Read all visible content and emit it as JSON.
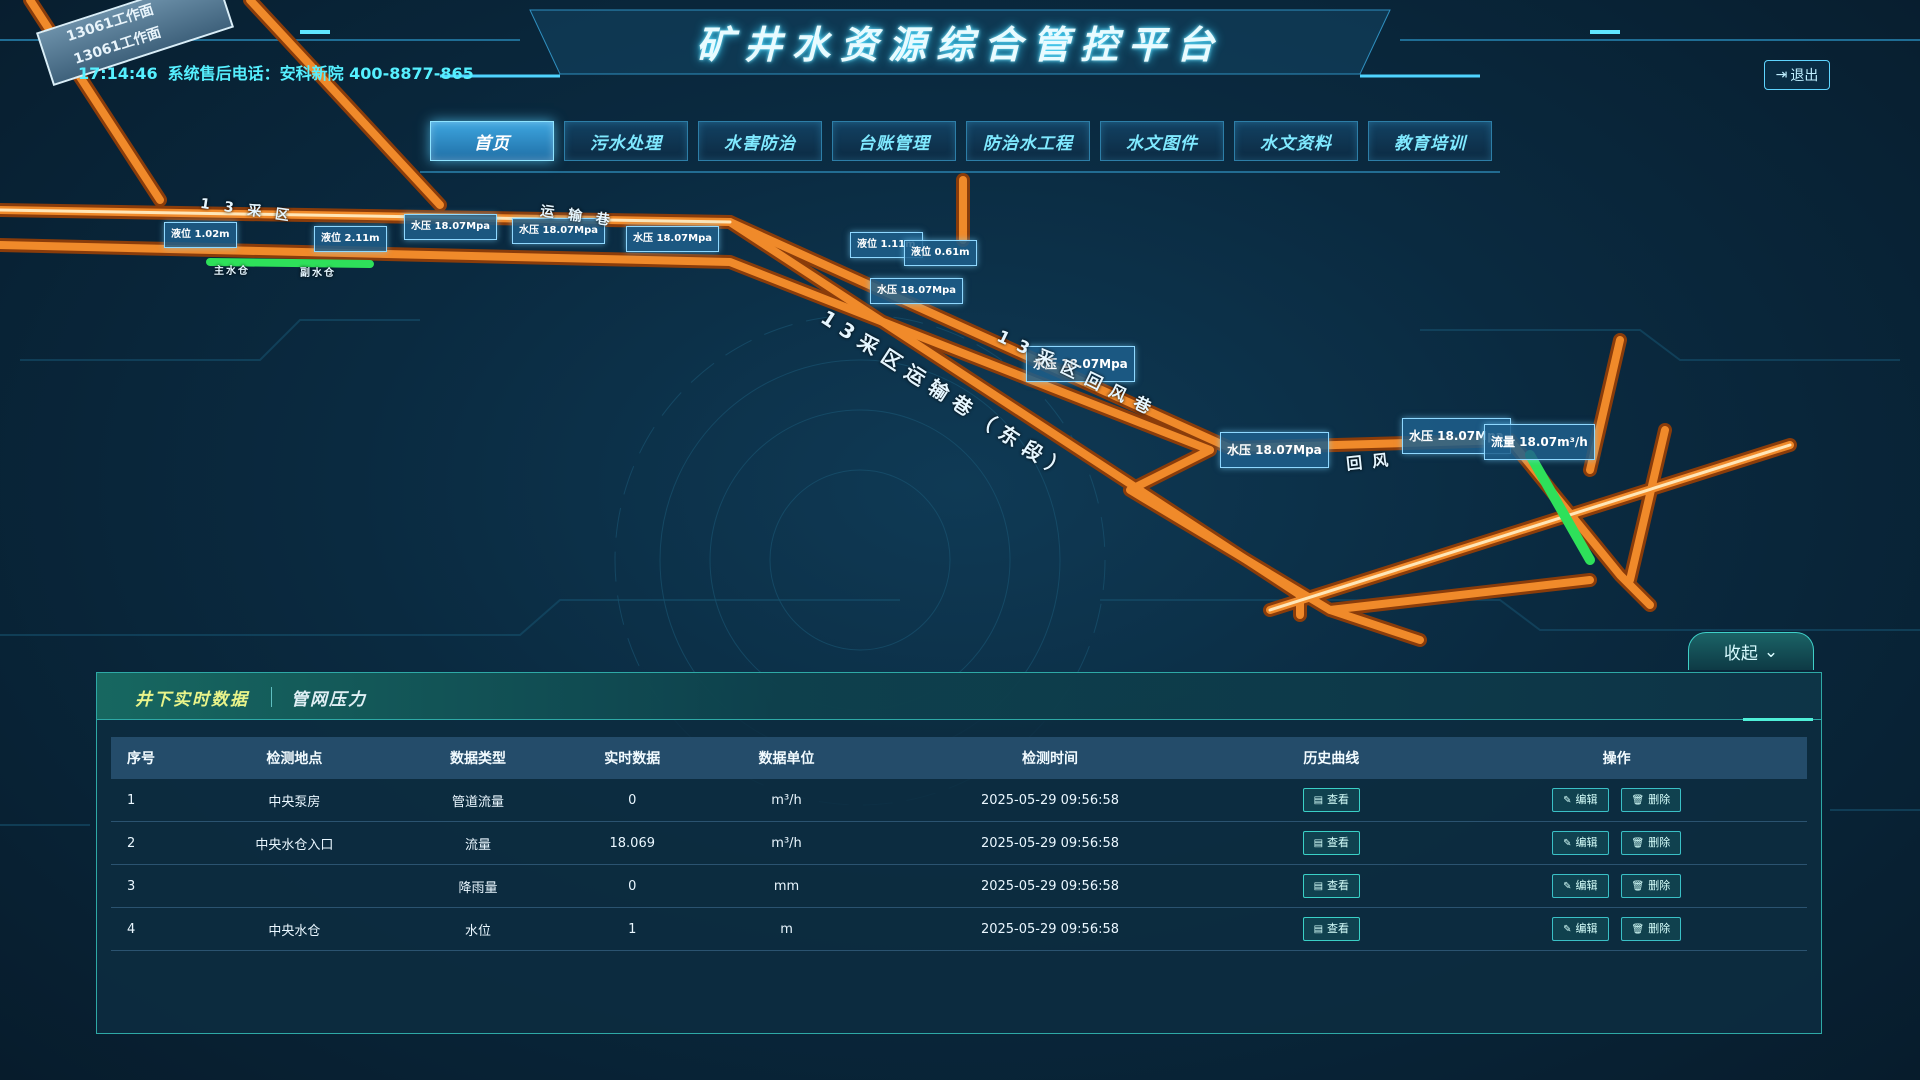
{
  "header": {
    "title": "矿井水资源综合管控平台",
    "time": "17:14:46",
    "hotline": "系统售后电话：安科新院 400-8877-865",
    "logout_label": "退出"
  },
  "nav": {
    "items": [
      "首页",
      "污水处理",
      "水害防治",
      "台账管理",
      "防治水工程",
      "水文图件",
      "水文资料",
      "教育培训"
    ],
    "active": "首页"
  },
  "map": {
    "workface_label_1": "13061工作面",
    "workface_label_2": "13061工作面",
    "labels": {
      "l1": "液位 1.02m",
      "l2": "液位 2.11m",
      "l3": "水压 18.07Mpa",
      "l4": "水压 18.07Mpa",
      "l5": "水压 18.07Mpa",
      "l6": "液位 1.11m",
      "l7": "液位 0.61m",
      "l8": "水压 18.07Mpa",
      "l9": "水压 18.07Mpa",
      "l10": "水压 18.07Mpa",
      "l11": "水压 18.07Mpa",
      "l12": "流量 18.07m³/h"
    },
    "roads": {
      "r1": "13采区运输巷（东段）",
      "r2": "13采区回风巷",
      "r3": "回风",
      "r4": "13采区",
      "r5": "运输巷",
      "r6": "主水仓",
      "r7": "副水仓"
    }
  },
  "panel": {
    "collapse_label": "收起",
    "tabs": [
      "井下实时数据",
      "管网压力"
    ],
    "active_tab": "井下实时数据",
    "columns": [
      "序号",
      "检测地点",
      "数据类型",
      "实时数据",
      "数据单位",
      "检测时间",
      "历史曲线",
      "操作"
    ],
    "rows": [
      {
        "no": "1",
        "location": "中央泵房",
        "type": "管道流量",
        "value": "0",
        "unit": "m³/h",
        "time": "2025-05-29 09:56:58"
      },
      {
        "no": "2",
        "location": "中央水仓入口",
        "type": "流量",
        "value": "18.069",
        "unit": "m³/h",
        "time": "2025-05-29 09:56:58"
      },
      {
        "no": "3",
        "location": "",
        "type": "降雨量",
        "value": "0",
        "unit": "mm",
        "time": "2025-05-29 09:56:58"
      },
      {
        "no": "4",
        "location": "中央水仓",
        "type": "水位",
        "value": "1",
        "unit": "m",
        "time": "2025-05-29 09:56:58"
      }
    ],
    "view_label": "查看",
    "edit_label": "编辑",
    "delete_label": "删除"
  }
}
